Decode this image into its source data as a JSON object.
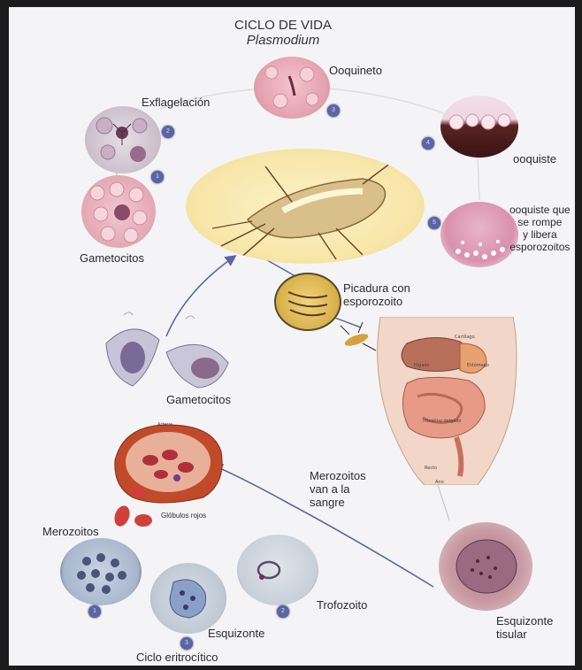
{
  "title": {
    "line1": "CICLO DE VIDA",
    "line2": "Plasmodium"
  },
  "stages": {
    "ooquineto": "Ooquineto",
    "exflagelacion": "Exflagelación",
    "ooquiste": "ooquiste",
    "ooquiste_rompe": "ooquiste que\nse rompe\ny libera\nesporozoitos",
    "gametocitos_top": "Gametocitos",
    "picadura": "Picadura con\nesporozoito",
    "gametocitos_mid": "Gametocitos",
    "merozoitos_sangre": "Merozoitos\nvan a la\nsangre",
    "globulos": "Glóbulos rojos",
    "arteria": "Arteria",
    "merozoitos": "Merozoitos",
    "trofozoito": "Trofozoito",
    "esquizonte": "Esquizonte",
    "esquizonte_tisular": "Esquizonte\ntisular",
    "ciclo": "Ciclo eritrocítico"
  },
  "organs": {
    "higado": "Hígado",
    "estomago": "Estómago",
    "cartilago": "Cartílago",
    "intestino": "Intestino delgado",
    "recto": "Recto",
    "ano": "Ano"
  },
  "colors": {
    "accent_blue": "#5a64a8",
    "arrow": "#5a66a6",
    "page_bg": "#f4f4f6"
  }
}
